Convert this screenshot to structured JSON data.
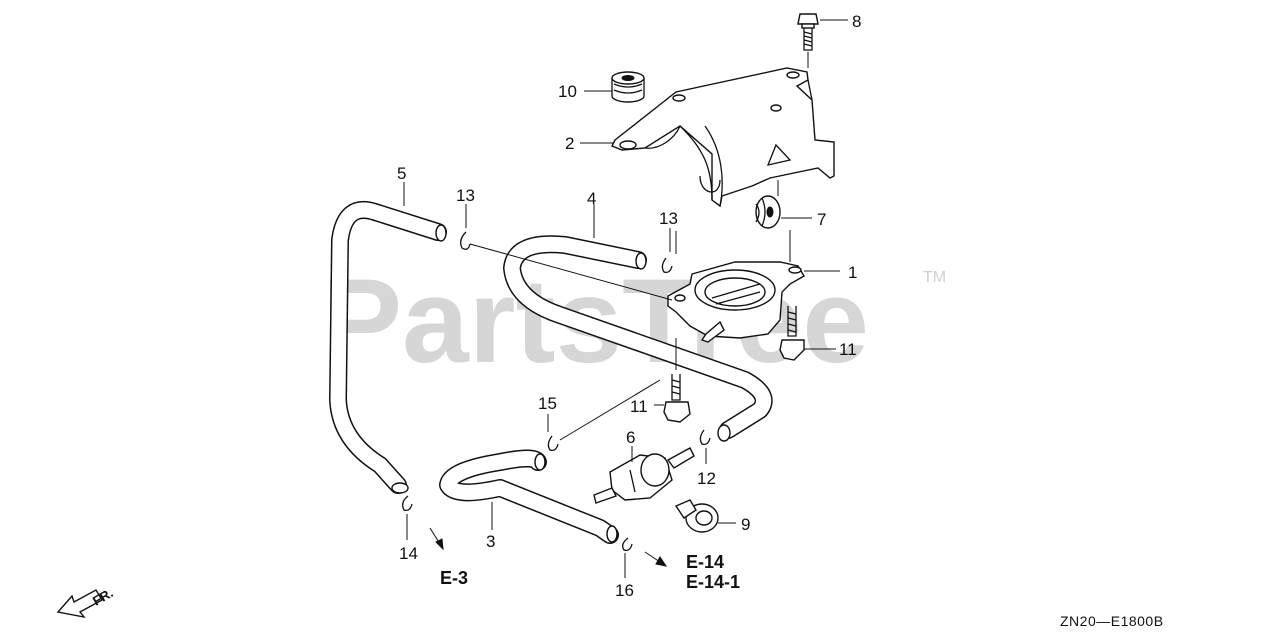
{
  "watermark": {
    "text": "PartsTree",
    "trademark": "TM"
  },
  "callouts": [
    {
      "key": "c8",
      "label": "8"
    },
    {
      "key": "c10",
      "label": "10"
    },
    {
      "key": "c2",
      "label": "2"
    },
    {
      "key": "c5",
      "label": "5"
    },
    {
      "key": "c13a",
      "label": "13"
    },
    {
      "key": "c4",
      "label": "4"
    },
    {
      "key": "c13b",
      "label": "13"
    },
    {
      "key": "c7",
      "label": "7"
    },
    {
      "key": "c1",
      "label": "1"
    },
    {
      "key": "c11a",
      "label": "11"
    },
    {
      "key": "c11b",
      "label": "11"
    },
    {
      "key": "c15",
      "label": "15"
    },
    {
      "key": "c6",
      "label": "6"
    },
    {
      "key": "c12",
      "label": "12"
    },
    {
      "key": "c9",
      "label": "9"
    },
    {
      "key": "c3",
      "label": "3"
    },
    {
      "key": "c14",
      "label": "14"
    },
    {
      "key": "c16",
      "label": "16"
    }
  ],
  "references": {
    "e3": "E-3",
    "e14": "E-14",
    "e14_1": "E-14-1"
  },
  "direction_label": "FR.",
  "diagram_code": "ZN20—E1800B",
  "colors": {
    "line": "#111111",
    "watermark": "#d6d6d6",
    "background": "#ffffff"
  }
}
